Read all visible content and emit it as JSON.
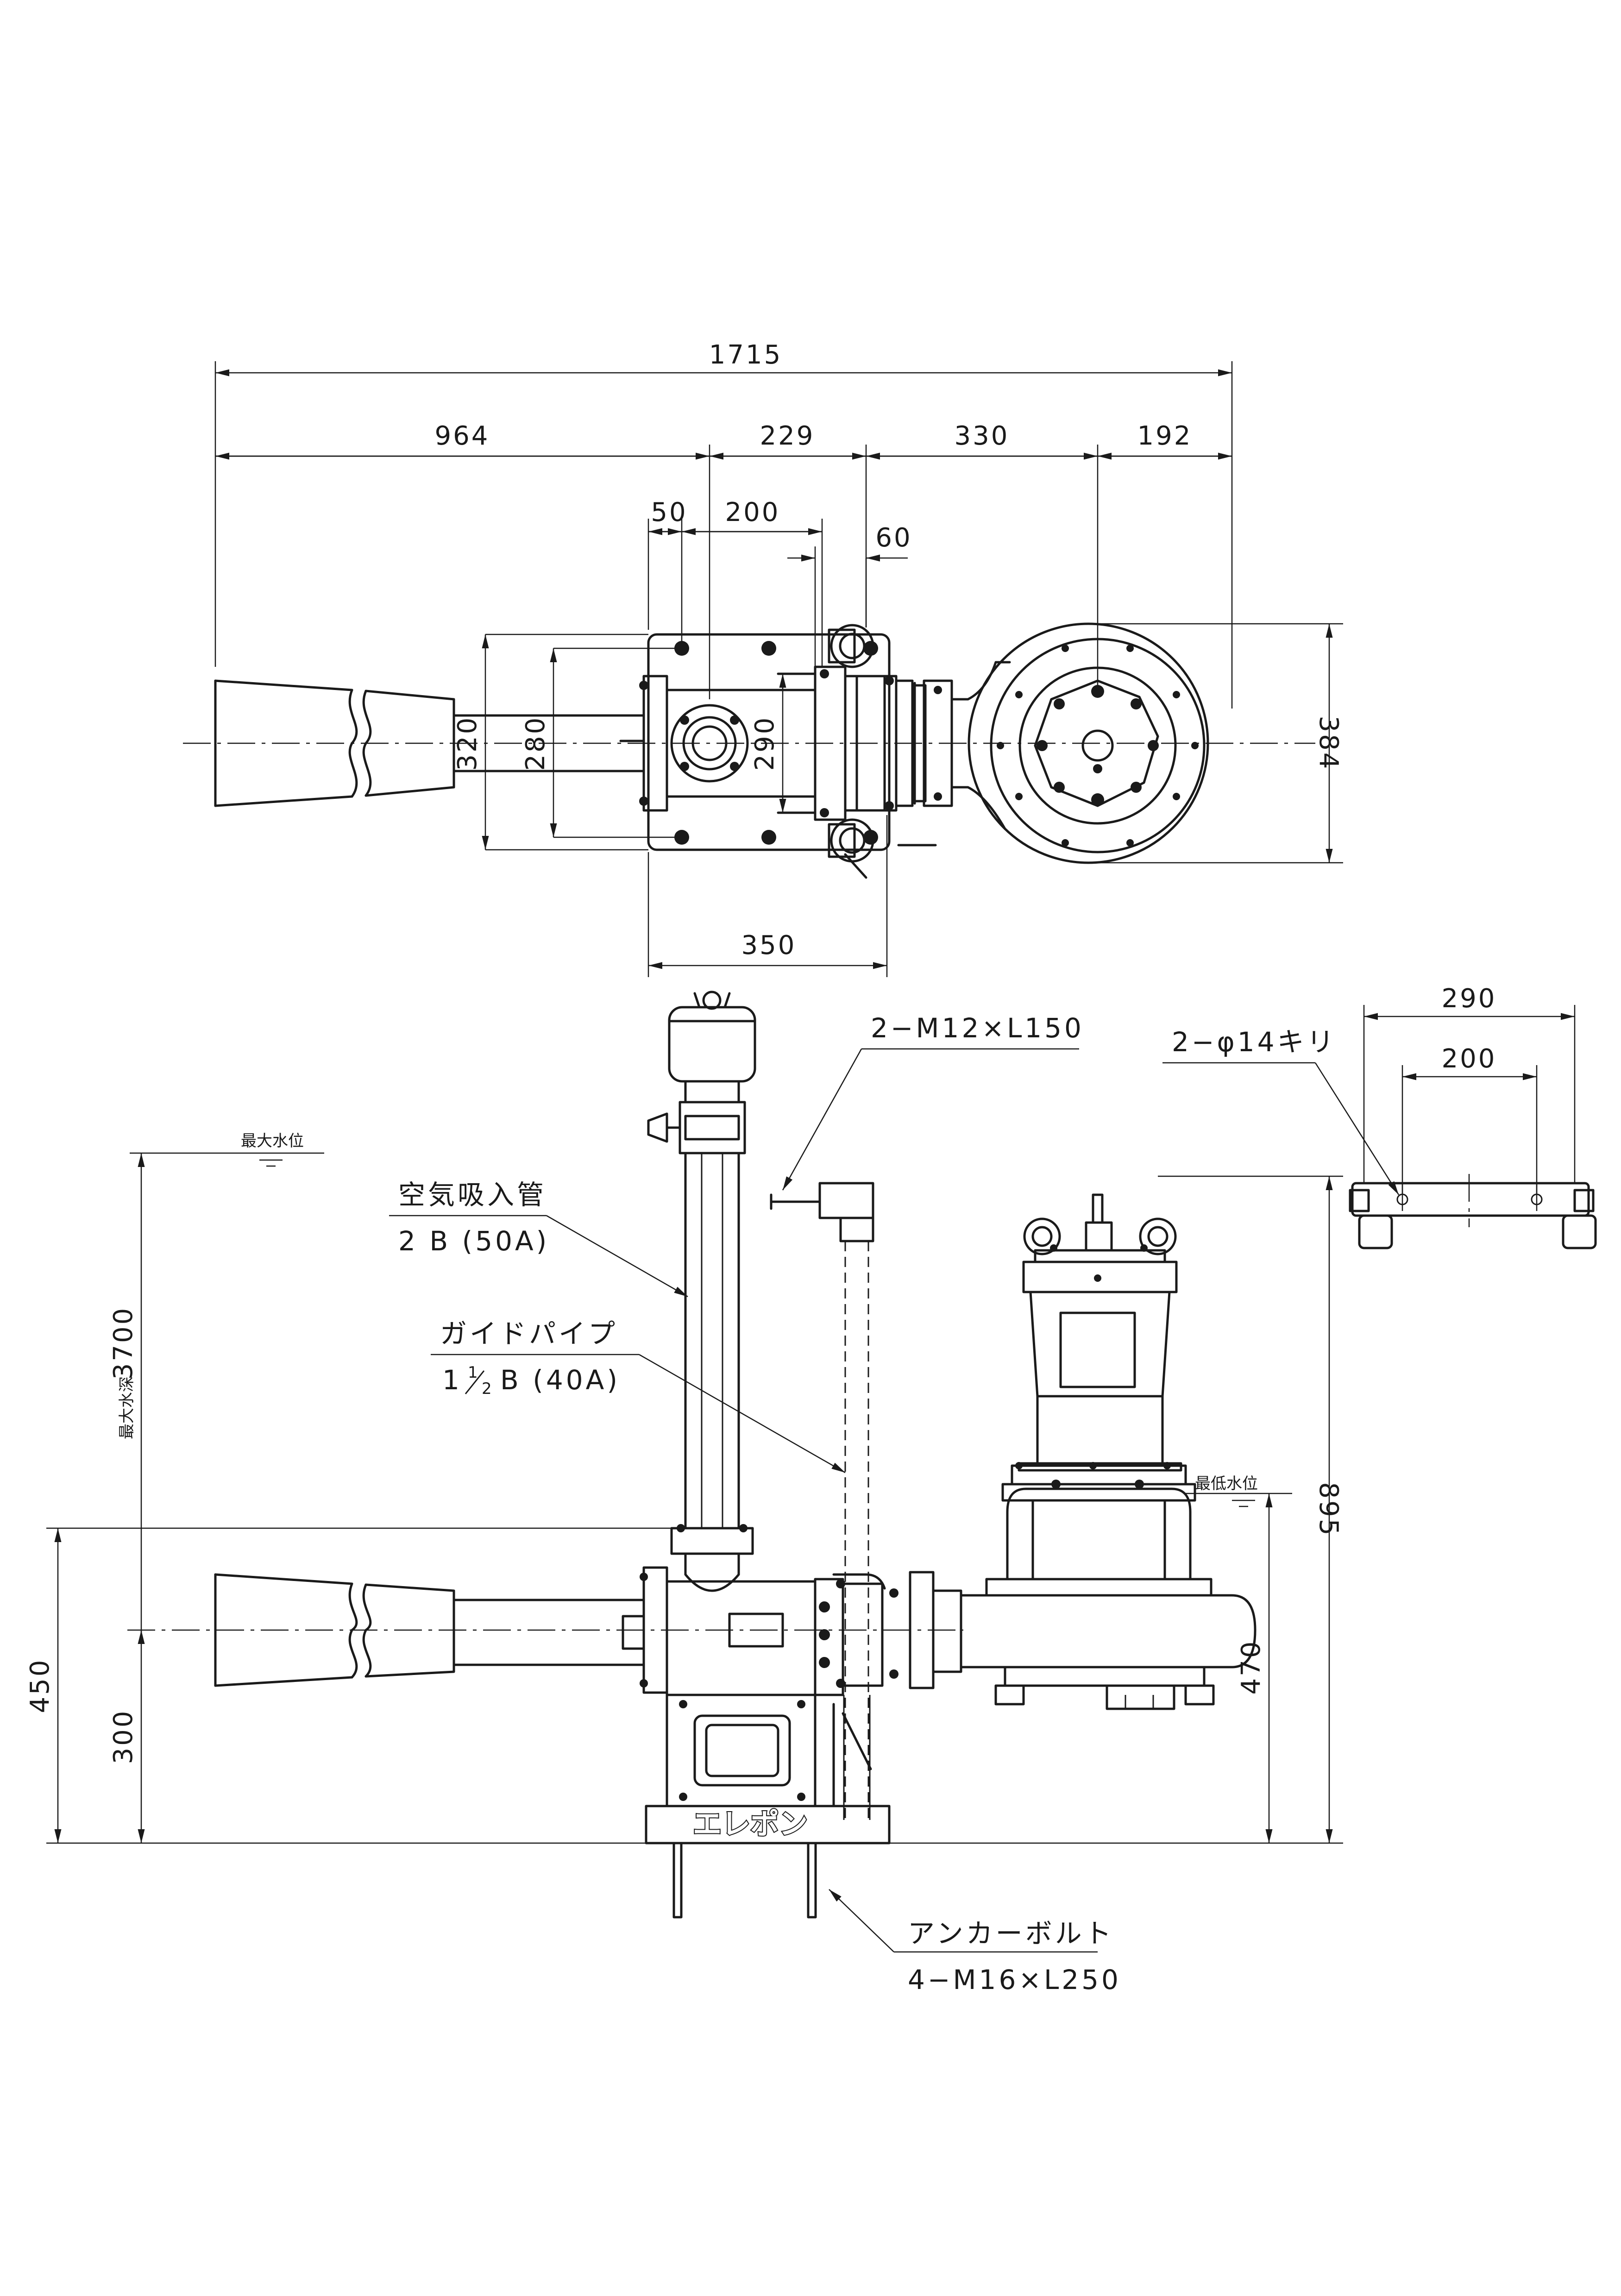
{
  "plan_view": {
    "dim_overall": "1715",
    "dim_964": "964",
    "dim_229": "229",
    "dim_330": "330",
    "dim_192": "192",
    "dim_50": "50",
    "dim_200": "200",
    "dim_60": "60",
    "dim_320": "320",
    "dim_280": "280",
    "dim_290": "290",
    "dim_384": "384",
    "dim_350": "350"
  },
  "elevation_view": {
    "bolt_callout": "2−M12×L150",
    "max_water_level": "最大水位",
    "min_water_level": "最低水位",
    "air_pipe_label": "空気吸入管",
    "air_pipe_size": "2 B (50A)",
    "guide_pipe_label": "ガイドパイプ",
    "guide_pipe_size_prefix": "1",
    "guide_pipe_size_frac_num": "1",
    "guide_pipe_size_frac_den": "2",
    "guide_pipe_size_suffix": "B (40A)",
    "max_depth_label": "最大水深",
    "max_depth_value": "3700",
    "dim_450": "450",
    "dim_300": "300",
    "dim_895": "895",
    "dim_470": "470",
    "logo_text": "エレポン",
    "anchor_label": "アンカーボルト",
    "anchor_spec": "4−M16×L250"
  },
  "base_detail": {
    "dim_290": "290",
    "dim_200": "200",
    "hole_callout": "2−φ14キリ"
  }
}
